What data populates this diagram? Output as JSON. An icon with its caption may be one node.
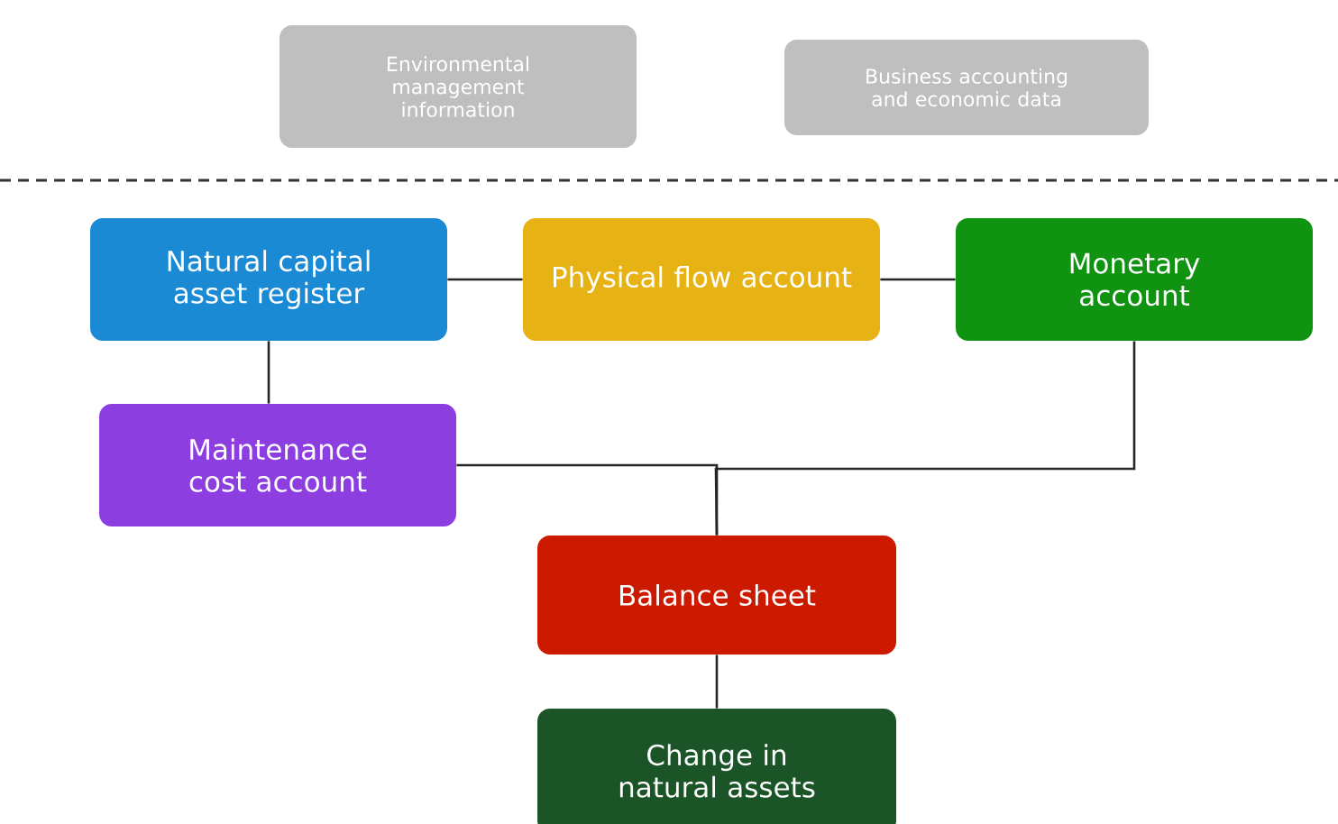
{
  "diagram": {
    "nodes": [
      {
        "text": [
          "Environmental management information"
        ]
      },
      {
        "text": [
          "Business accounting and economic data"
        ]
      },
      {
        "text": [
          "Natural capital asset register"
        ]
      },
      {
        "text": [
          "Physical flow account"
        ]
      },
      {
        "text": [
          "Monetary account"
        ]
      },
      {
        "text": [
          "Maintenance cost account"
        ]
      },
      {
        "text": [
          "Balance sheet"
        ]
      },
      {
        "text": [
          "Change in natural assets"
        ]
      }
    ],
    "edges": [
      {
        "from": 2,
        "to": 3,
        "arrow": "none"
      },
      {
        "from": 3,
        "to": 4,
        "arrow": "none"
      },
      {
        "from": 2,
        "to": 5,
        "arrow": "none"
      },
      {
        "from": 5,
        "to": 6,
        "arrow": "none"
      },
      {
        "from": 4,
        "to": 6,
        "arrow": "none"
      },
      {
        "from": 6,
        "to": 7,
        "arrow": "none"
      }
    ]
  }
}
